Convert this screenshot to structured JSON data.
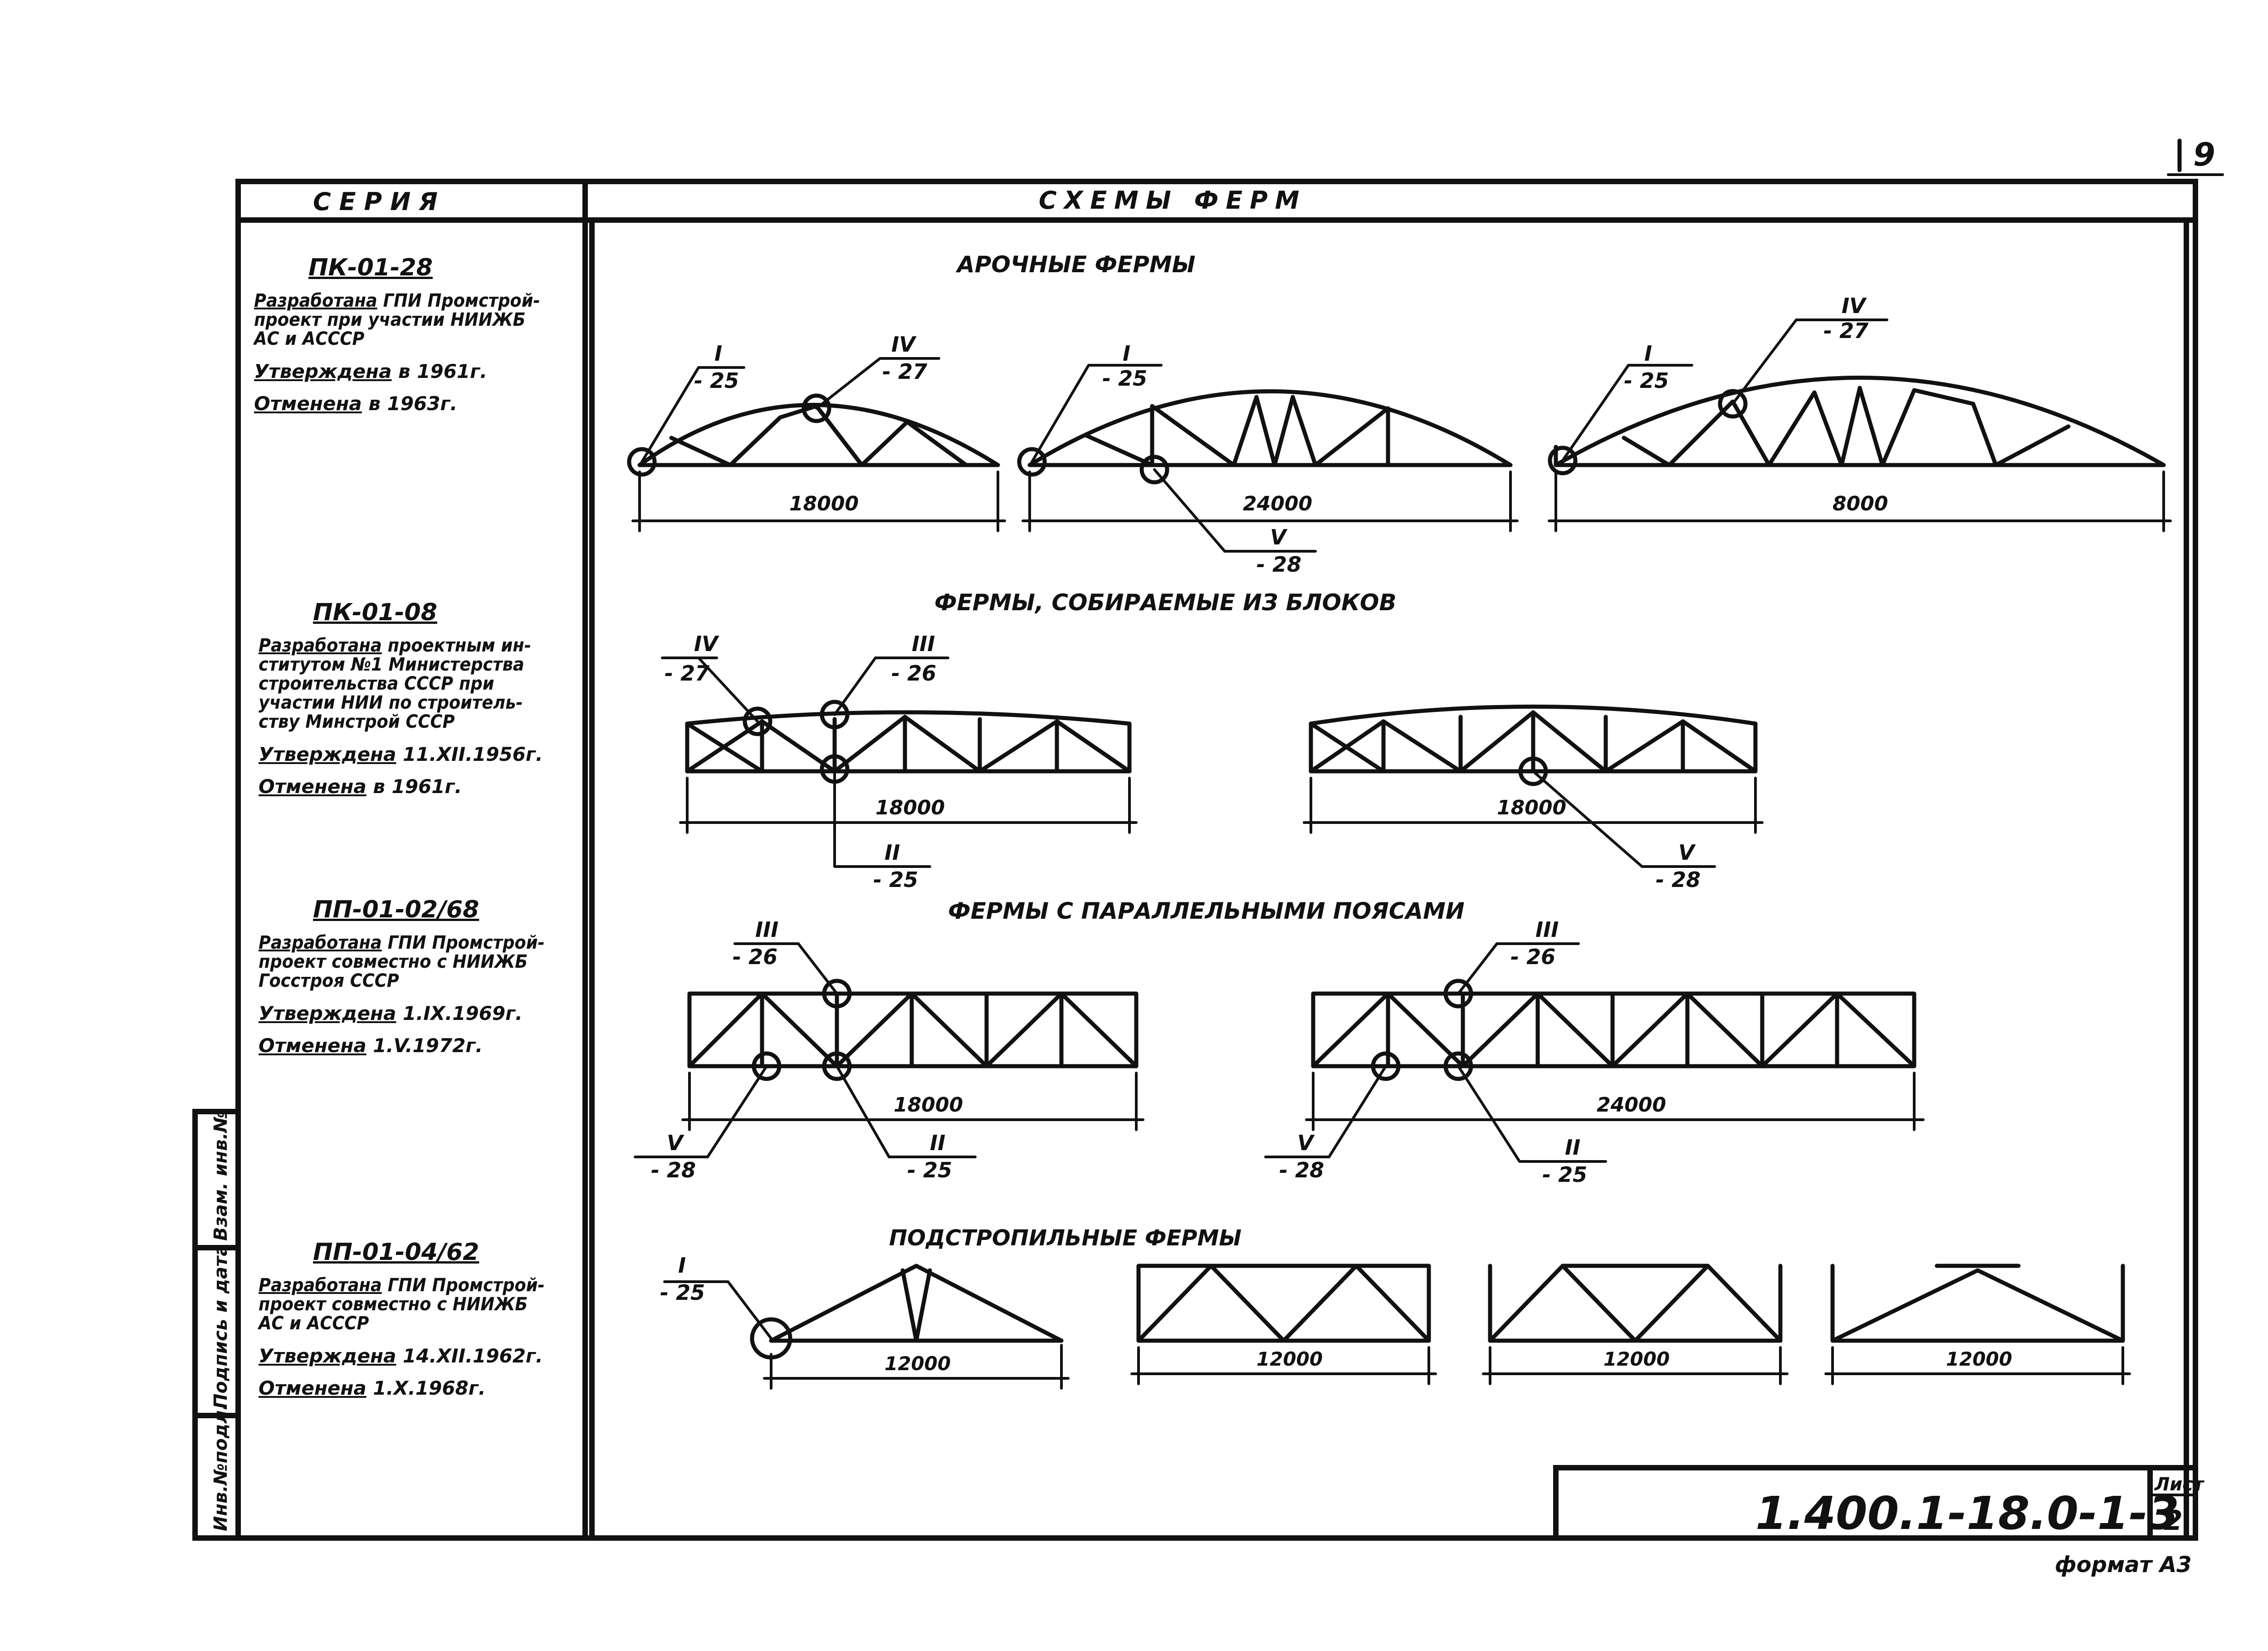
{
  "page_number": "9",
  "format_label": "формат А3",
  "sheet_label": "Лист",
  "sheet_number": "2",
  "doc_code": "1.400.1-18.0-1-3",
  "header": {
    "left": "СЕРИЯ",
    "right": "СХЕМЫ ФЕРМ"
  },
  "side_labels": [
    "Инв.№подл.",
    "Подпись и дата",
    "Взам. инв.№"
  ],
  "series": [
    {
      "code": "ПК-01-28",
      "developed_label": "Разработана",
      "developed_text": "ГПИ Промстрой-\nпроект при участии НИИЖБ\nАС и АСССР",
      "approved_label": "Утверждена",
      "approved_text": "в 1961г.",
      "cancelled_label": "Отменена",
      "cancelled_text": "в 1963г."
    },
    {
      "code": "ПК-01-08",
      "developed_label": "Разработана",
      "developed_text": "проектным ин-\nститутом №1 Министерства\nстроительства СССР при\nучастии НИИ по строитель-\nству Минстрой СССР",
      "approved_label": "Утверждена",
      "approved_text": "11.XII.1956г.",
      "cancelled_label": "Отменена",
      "cancelled_text": "в 1961г."
    },
    {
      "code": "ПП-01-02/68",
      "developed_label": "Разработана",
      "developed_text": "ГПИ Промстрой-\nпроект совместно с НИИЖБ\nГосстроя СССР",
      "approved_label": "Утверждена",
      "approved_text": "1.IX.1969г.",
      "cancelled_label": "Отменена",
      "cancelled_text": "1.V.1972г."
    },
    {
      "code": "ПП-01-04/62",
      "developed_label": "Разработана",
      "developed_text": "ГПИ Промстрой-\nпроект совместно с НИИЖБ\nАС и АСССР",
      "approved_label": "Утверждена",
      "approved_text": "14.XII.1962г.",
      "cancelled_label": "Отменена",
      "cancelled_text": "1.X.1968г."
    }
  ],
  "sections": {
    "arch": "АРОЧНЫЕ ФЕРМЫ",
    "blocks": "ФЕРМЫ, СОБИРАЕМЫЕ ИЗ БЛОКОВ",
    "parallel": "ФЕРМЫ С ПАРАЛЛЕЛЬНЫМИ ПОЯСАМИ",
    "sub": "ПОДСТРОПИЛЬНЫЕ ФЕРМЫ"
  },
  "spans": {
    "arch1": "18000",
    "arch2": "24000",
    "arch3": "8000",
    "block1": "18000",
    "block2": "18000",
    "par1": "18000",
    "par2": "24000",
    "sub1": "12000",
    "sub2": "12000",
    "sub3": "12000",
    "sub4": "12000"
  },
  "node_refs": {
    "r_I": "I",
    "r_II": "II",
    "r_III": "III",
    "r_IV": "IV",
    "r_V": "V",
    "s25": "- 25",
    "s26": "- 26",
    "s27": "- 27",
    "s28": "- 28"
  }
}
